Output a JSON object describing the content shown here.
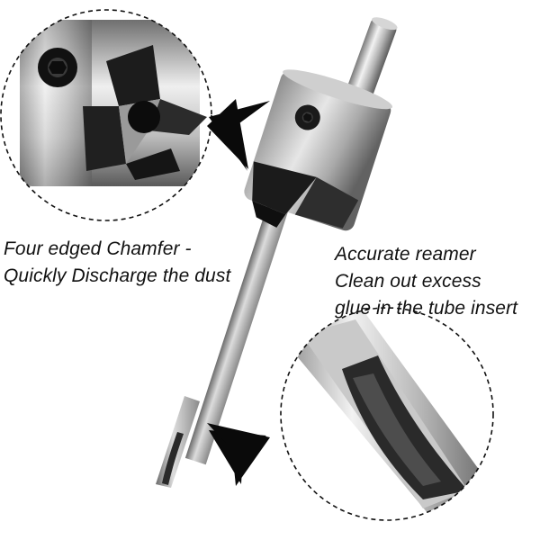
{
  "captions": {
    "left": {
      "line1": "Four edged Chamfer -",
      "line2": "Quickly Discharge the dust"
    },
    "right": {
      "line1": "Accurate reamer",
      "line2": "Clean out excess",
      "line3": "glue in the tube insert"
    }
  },
  "colors": {
    "background": "#ffffff",
    "text": "#111111",
    "steel_light": "#e9e9e9",
    "steel_dark": "#555555",
    "cutter_black": "#1a1a1a"
  },
  "icons": [
    "chamfer-cutter-callout-circle",
    "reamer-tip-callout-circle",
    "pointer-arrow-chevron"
  ]
}
